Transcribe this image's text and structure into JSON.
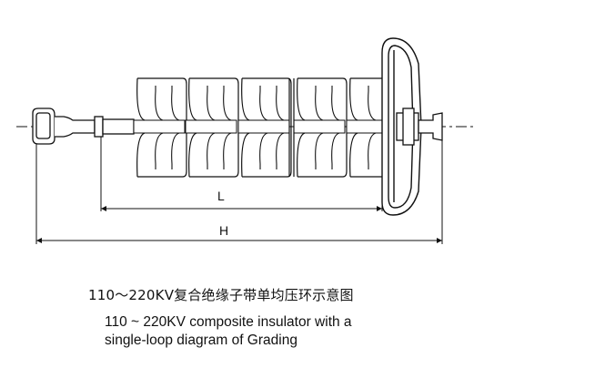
{
  "diagram": {
    "dimension_L": "L",
    "dimension_H": "H",
    "shed_group_count": 5,
    "colors": {
      "line": "#111111",
      "background": "#ffffff"
    }
  },
  "caption": {
    "chinese": "110～220KV复合绝缘子带单均压环示意图",
    "english_line1": "110 ~ 220KV composite insulator with a",
    "english_line2": "single-loop diagram of Grading"
  }
}
